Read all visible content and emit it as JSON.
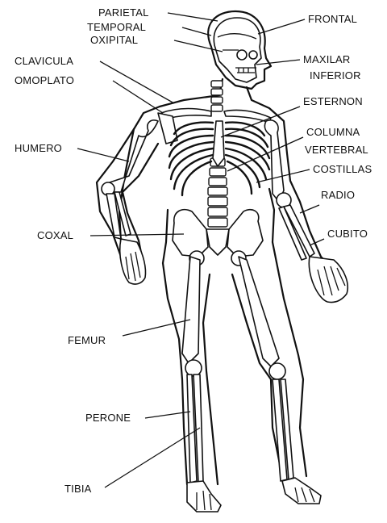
{
  "labels": {
    "parietal": "PARIETAL",
    "temporal": "TEMPORAL",
    "oxipital": "OXIPITAL",
    "frontal": "FRONTAL",
    "clavicula": "CLAVICULA",
    "maxilar_1": "MAXILAR",
    "maxilar_2": "INFERIOR",
    "omoplato": "OMOPLATO",
    "esternon": "ESTERNON",
    "columna_1": "COLUMNA",
    "columna_2": "VERTEBRAL",
    "humero": "HUMERO",
    "costillas": "COSTILLAS",
    "radio": "RADIO",
    "coxal": "COXAL",
    "cubito": "CUBITO",
    "femur": "FEMUR",
    "perone": "PERONE",
    "tibia": "TIBIA"
  }
}
